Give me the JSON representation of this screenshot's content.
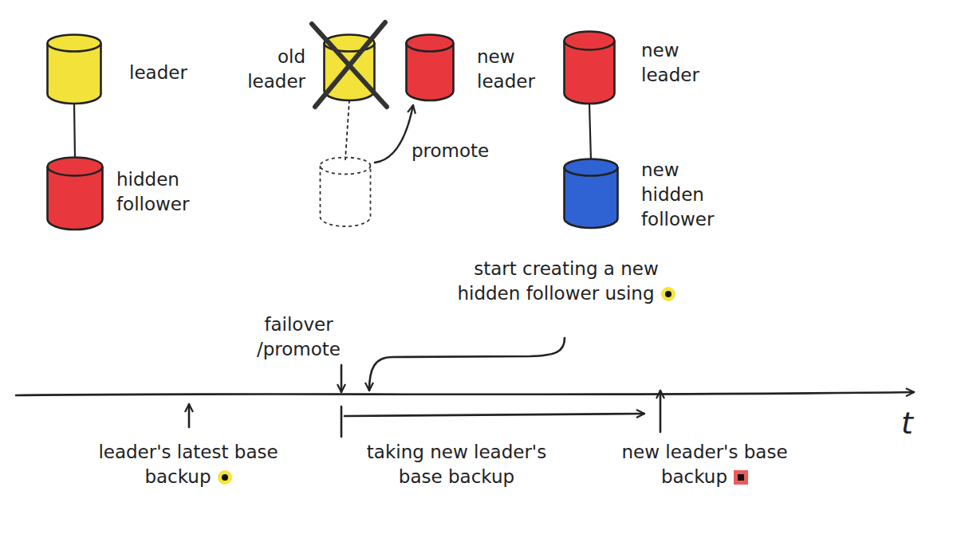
{
  "diagram": {
    "nodes": [
      {
        "text": [
          "leader"
        ]
      },
      {
        "text": [
          "hidden follower"
        ]
      },
      {
        "text": [
          "old leader"
        ]
      },
      {
        "text": [
          "new leader"
        ]
      },
      {
        "text": []
      },
      {
        "text": [
          "new leader"
        ]
      },
      {
        "text": [
          "new hidden follower"
        ]
      }
    ],
    "edges": [
      {
        "from": 0,
        "to": 1,
        "arrow": "none"
      },
      {
        "from": 2,
        "to": 4,
        "arrow": "none"
      },
      {
        "from": 4,
        "to": 3,
        "label": "promote",
        "arrow": "to"
      },
      {
        "from": 5,
        "to": 6,
        "arrow": "none"
      }
    ],
    "labels": [
      "failover /promote",
      "start creating a new hidden follower using",
      "leader's latest base backup",
      "taking new leader's base backup",
      "new leader's base backup",
      "t"
    ]
  }
}
